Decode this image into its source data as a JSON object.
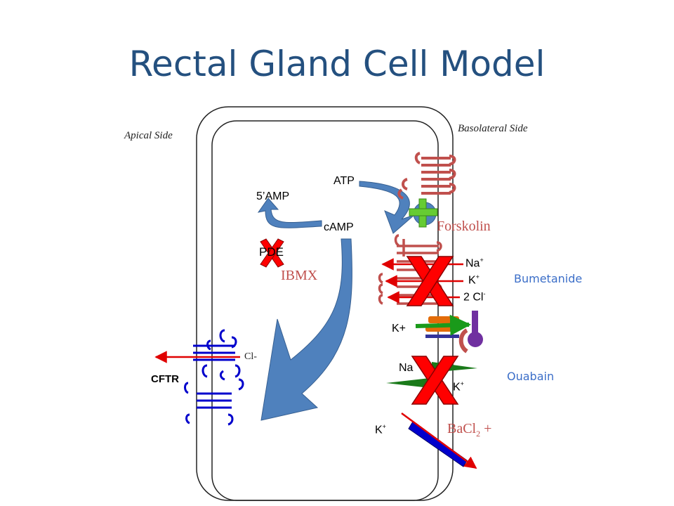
{
  "title": "Rectal Gland Cell Model",
  "sides": {
    "apical": "Apical Side",
    "basolateral": "Basolateral Side"
  },
  "molecules": {
    "atp": "ATP",
    "amp5": "5’AMP",
    "camp": "cAMP",
    "pde": "PDE",
    "cl": "Cl-",
    "cftr": "CFTR",
    "na_cotransport": "Na",
    "k_cotransport": "K",
    "cl_cotransport": "2 Cl",
    "k_channel": "K+",
    "na_pump": "Na",
    "k_pump": "K",
    "k_bacl": "K"
  },
  "drugs": {
    "forskolin": "Forskolin",
    "ibmx": "IBMX",
    "bumetanide": "Bumetanide",
    "ouabain": "Ouabain",
    "bacl2_prefix": "BaCl",
    "bacl2_sub": "2",
    "bacl2_suffix": " +"
  },
  "superscripts": {
    "plus": "+",
    "minus": "-"
  },
  "colors": {
    "title": "#24507f",
    "camp_arrow": "#4f81bd",
    "inhibitor_x": "#ff0000",
    "activator_plus": "#66cc33",
    "cftr_coil": "#0000cc",
    "transporter_coil": "#c0504d",
    "ion_arrow": "#e00000"
  }
}
